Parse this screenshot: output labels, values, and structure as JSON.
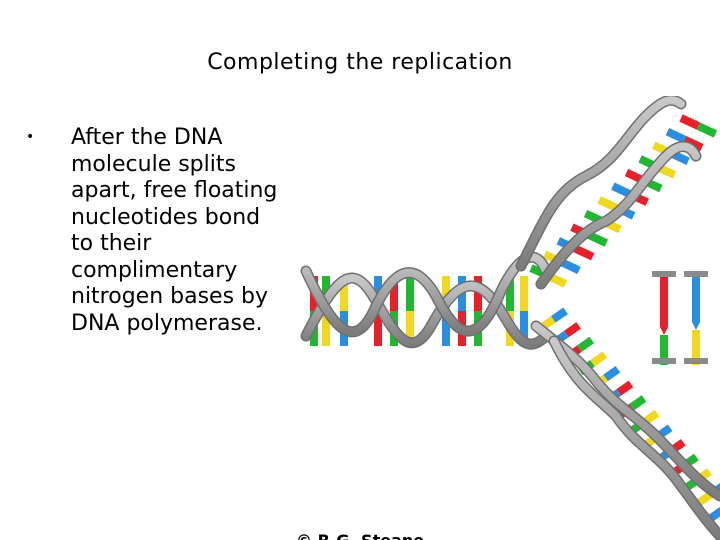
{
  "slide": {
    "title": "Completing the replication",
    "bullets": [
      "After the DNA\nmolecule splits\napart, free floating\nnucleotides bond\nto their\ncomplimentary\nnitrogen bases by\nDNA polymerase."
    ]
  },
  "figure": {
    "copyright": "© R.G. Steane",
    "colors": {
      "A": "#e8202a",
      "T": "#1fb830",
      "G": "#f0d820",
      "C": "#2a8fe0",
      "backbone": "#9a9a9a"
    }
  }
}
